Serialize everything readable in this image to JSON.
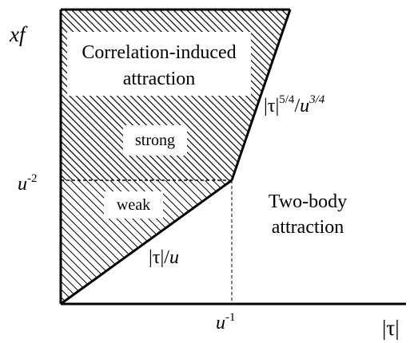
{
  "axes": {
    "y_label": "xf",
    "x_label": "|τ|",
    "y_tick": {
      "base": "u",
      "exp": "-2"
    },
    "x_tick": {
      "base": "u",
      "exp": "-1"
    }
  },
  "regions": {
    "correlation_line1": "Correlation-induced",
    "correlation_line2": "attraction",
    "strong": "strong",
    "weak": "weak",
    "two_body_line1": "Two-body",
    "two_body_line2": "attraction"
  },
  "boundaries": {
    "upper": {
      "tau": "|τ|",
      "tau_exp": "5/4",
      "slash": "/",
      "u": "u",
      "u_exp": "3/4"
    },
    "lower": {
      "tau": "|τ|",
      "slash": "/",
      "u": "u"
    }
  },
  "colors": {
    "ink": "#000000",
    "background": "#ffffff"
  }
}
